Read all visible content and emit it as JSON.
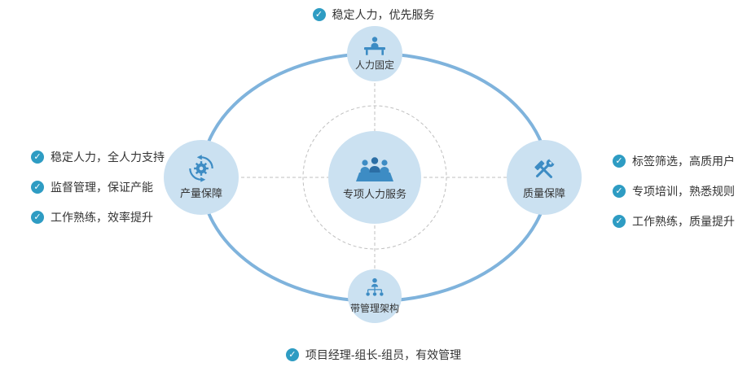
{
  "diagram": {
    "center": {
      "label": "专项人力服务",
      "icon": "people-group-icon"
    },
    "top": {
      "label": "人力固定",
      "icon": "person-desk-icon"
    },
    "left": {
      "label": "产量保障",
      "icon": "gear-sync-icon"
    },
    "right": {
      "label": "质量保障",
      "icon": "tools-icon"
    },
    "bottom": {
      "label": "带管理架构",
      "icon": "org-structure-icon"
    }
  },
  "annotations": {
    "top": "稳定人力，优先服务",
    "bottom": "项目经理-组长-组员，有效管理",
    "left": [
      "稳定人力，全人力支持",
      "监督管理，保证产能",
      "工作熟练，效率提升"
    ],
    "right": [
      "标签筛选，高质用户",
      "专项培训，熟悉规则",
      "工作熟练，质量提升"
    ]
  },
  "icons": {
    "bullet": "check-icon"
  },
  "colors": {
    "ellipse_stroke": "#7FB3DC",
    "node_fill": "#CBE1F1",
    "icon_blue": "#3D8CC4",
    "icon_dark_blue": "#2B6EA5",
    "check_circle": "#2E9CC3",
    "dashed_gray": "#BFBFBF",
    "text": "#333333"
  }
}
